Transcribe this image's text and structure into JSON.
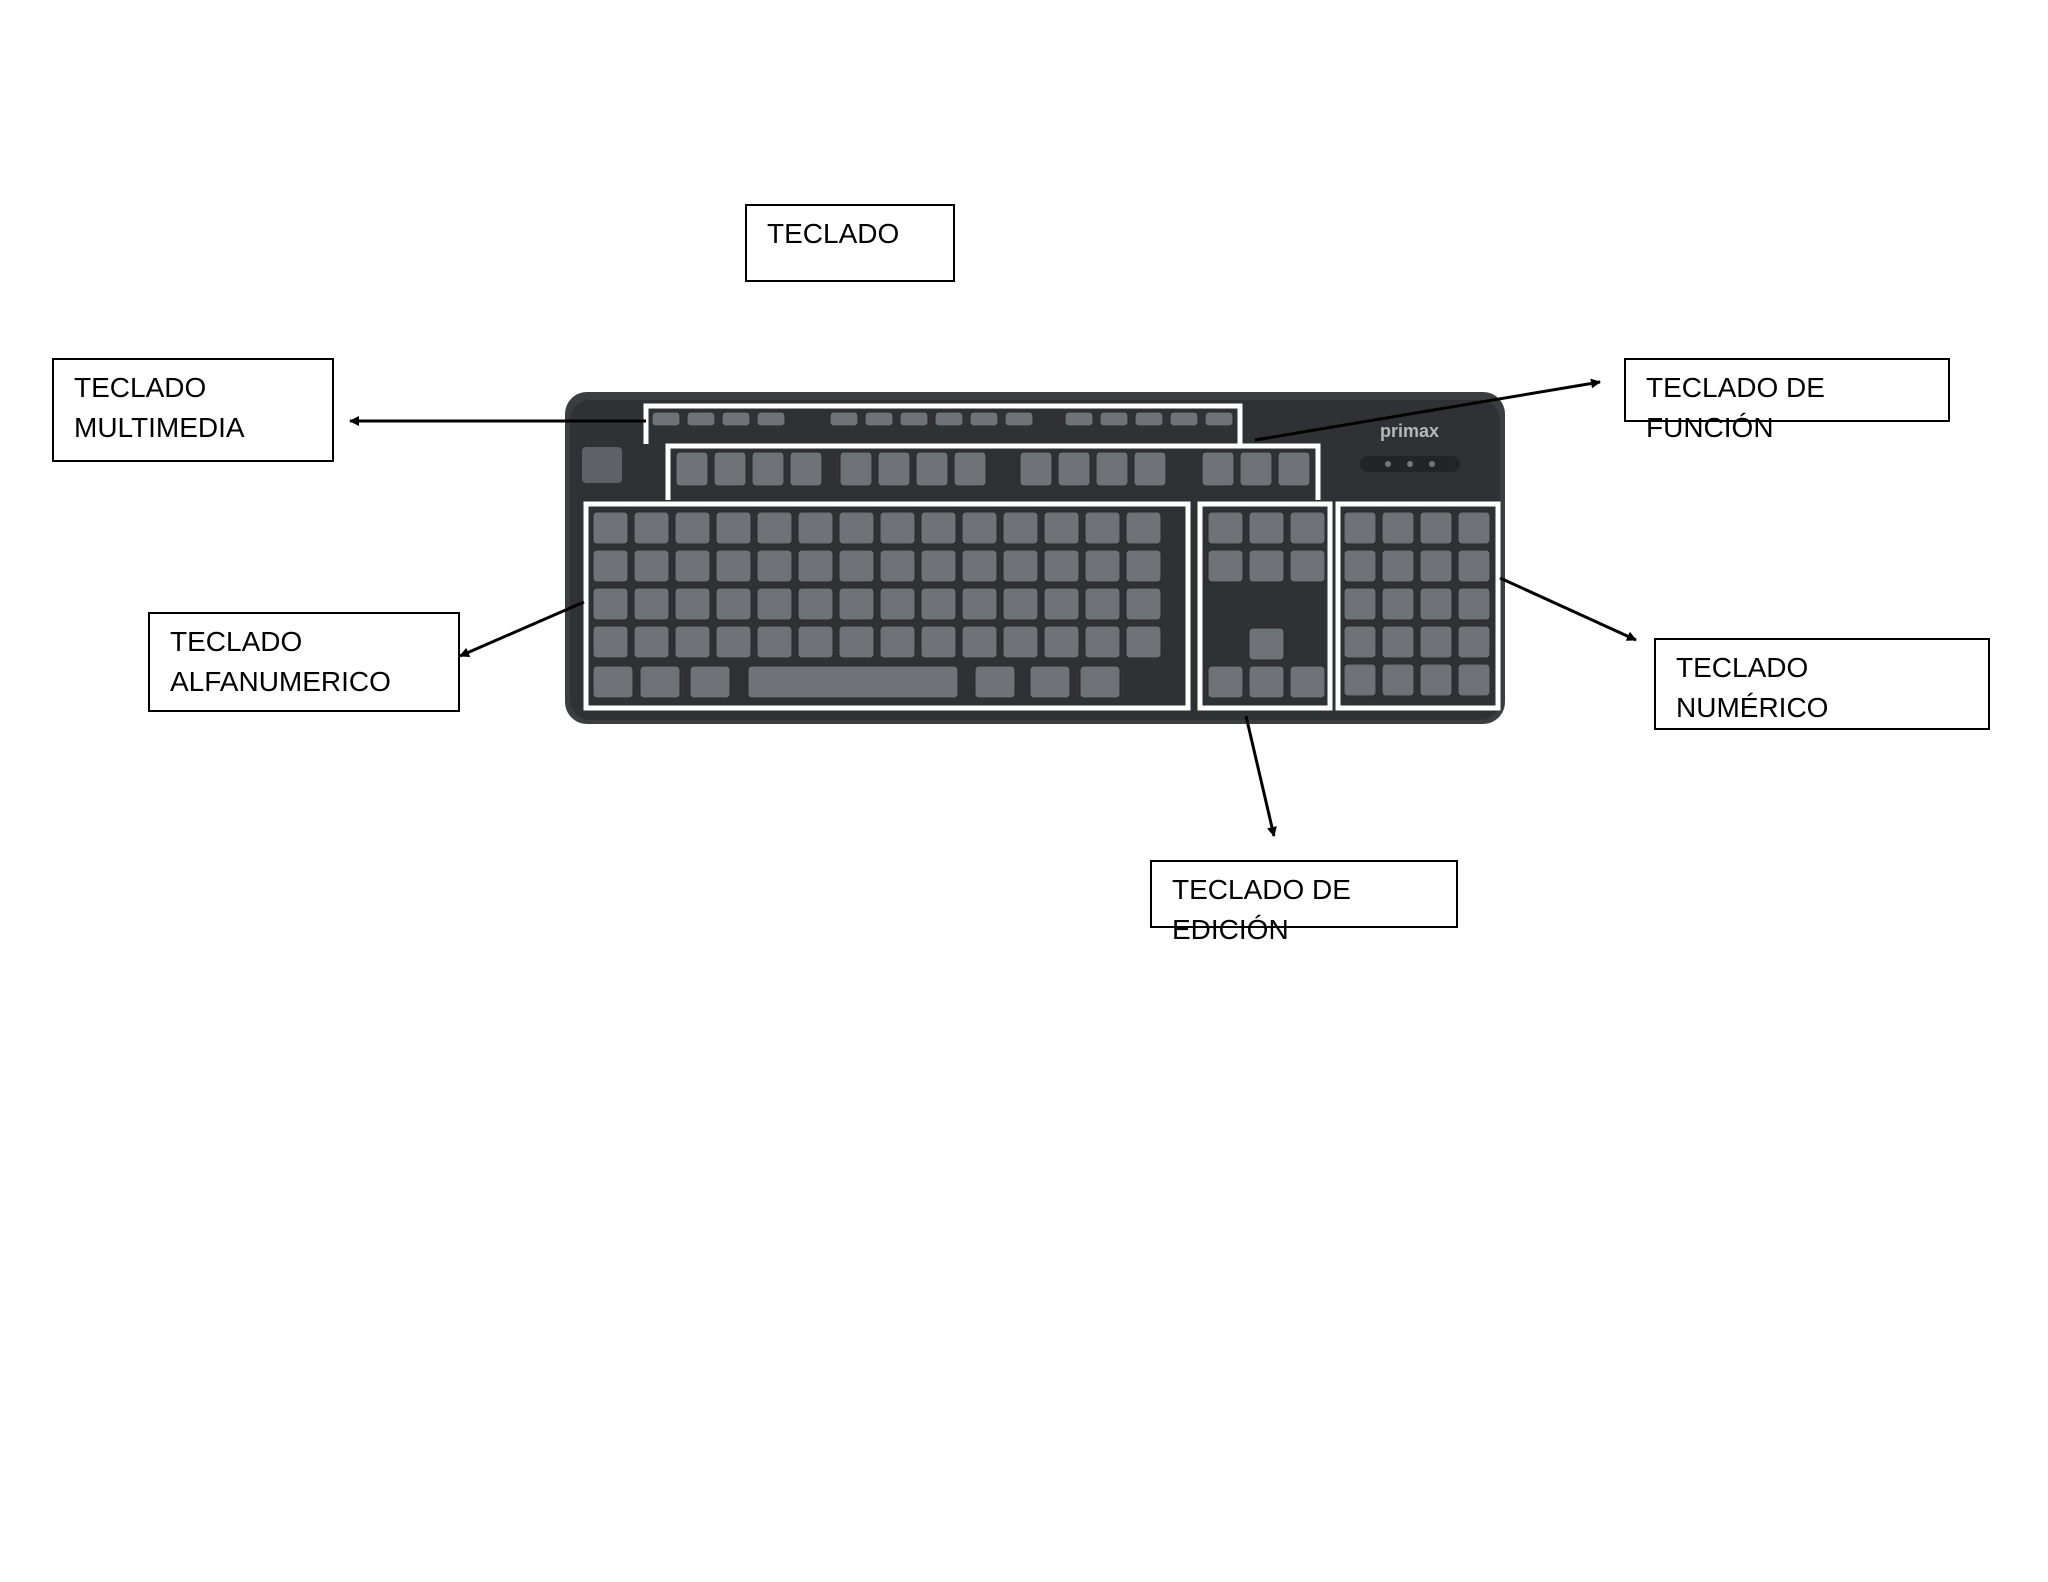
{
  "labels": {
    "title": "TECLADO",
    "multimedia": [
      "TECLADO",
      "MULTIMEDIA"
    ],
    "alfanumerico": [
      "TECLADO",
      "ALFANUMERICO"
    ],
    "funcion": "TECLADO DE FUNCIÓN",
    "numerico": "TECLADO NUMÉRICO",
    "edicion": "TECLADO DE EDICIÓN"
  },
  "keyboard": {
    "brand": "primax",
    "colors": {
      "body": "#3b3d40",
      "key": "#6f7276",
      "key_top": "#8a8d91",
      "highlight": "#ffffff",
      "arrow": "#000000"
    }
  }
}
